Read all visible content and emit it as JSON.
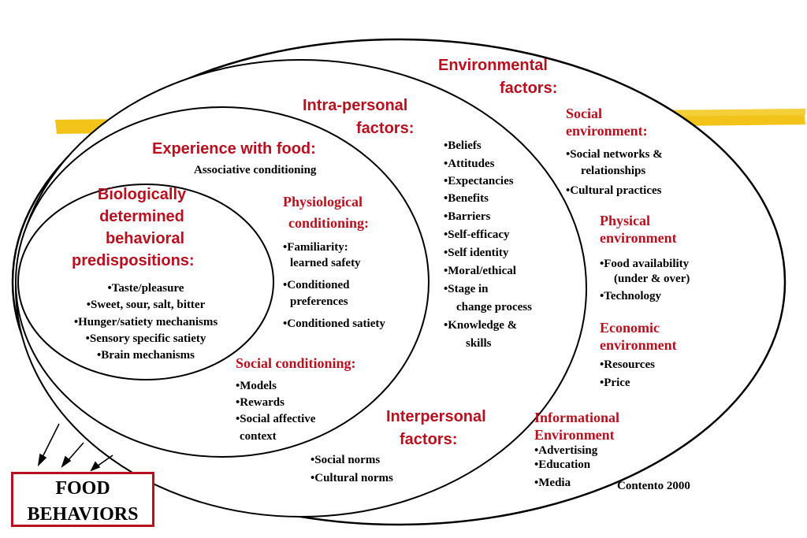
{
  "colors": {
    "heading": "#b8101e",
    "highlighter": "#f2c318",
    "outline": "#000000"
  },
  "environmental": {
    "title": [
      "Environmental",
      "factors:"
    ],
    "social": {
      "title": [
        "Social",
        "environment:"
      ],
      "items": [
        "•Social networks &",
        "relationships",
        "•Cultural practices"
      ]
    },
    "physical": {
      "title": [
        "Physical",
        "environment"
      ],
      "items": [
        "•Food availability",
        "(under & over)",
        "•Technology"
      ]
    },
    "economic": {
      "title": [
        "Economic",
        "environment"
      ],
      "items": [
        "•Resources",
        "•Price"
      ]
    },
    "informational": {
      "title": [
        "Informational",
        "Environment"
      ],
      "items": [
        "•Advertising",
        "•Education",
        "•Media"
      ]
    },
    "credit": "Contento 2000"
  },
  "intrapersonal": {
    "title": [
      "Intra-personal",
      "factors:"
    ],
    "items": [
      "•Beliefs",
      "•Attitudes",
      "•Expectancies",
      "•Benefits",
      "•Barriers",
      "•Self-efficacy",
      "•Self identity",
      "•Moral/ethical",
      "•Stage in",
      "change process",
      "•Knowledge &",
      "skills"
    ]
  },
  "interpersonal": {
    "title": [
      "Interpersonal",
      "factors:"
    ],
    "items": [
      "•Social norms",
      "•Cultural norms"
    ]
  },
  "experience": {
    "title": "Experience with food:",
    "subtitle": "Associative conditioning",
    "physiological": {
      "title": [
        "Physiological",
        "conditioning:"
      ],
      "items": [
        "•Familiarity:",
        "learned safety",
        "•Conditioned",
        "preferences",
        "•Conditioned satiety"
      ]
    },
    "social": {
      "title": "Social conditioning:",
      "items": [
        "•Models",
        "•Rewards",
        "•Social affective",
        "context"
      ]
    }
  },
  "biological": {
    "title": [
      "Biologically",
      "determined",
      "behavioral",
      "predispositions:"
    ],
    "items": [
      "•Taste/pleasure",
      "•Sweet, sour, salt, bitter",
      "•Hunger/satiety mechanisms",
      "•Sensory specific satiety",
      "•Brain mechanisms"
    ]
  },
  "food_behaviors": [
    "FOOD",
    "BEHAVIORS"
  ]
}
